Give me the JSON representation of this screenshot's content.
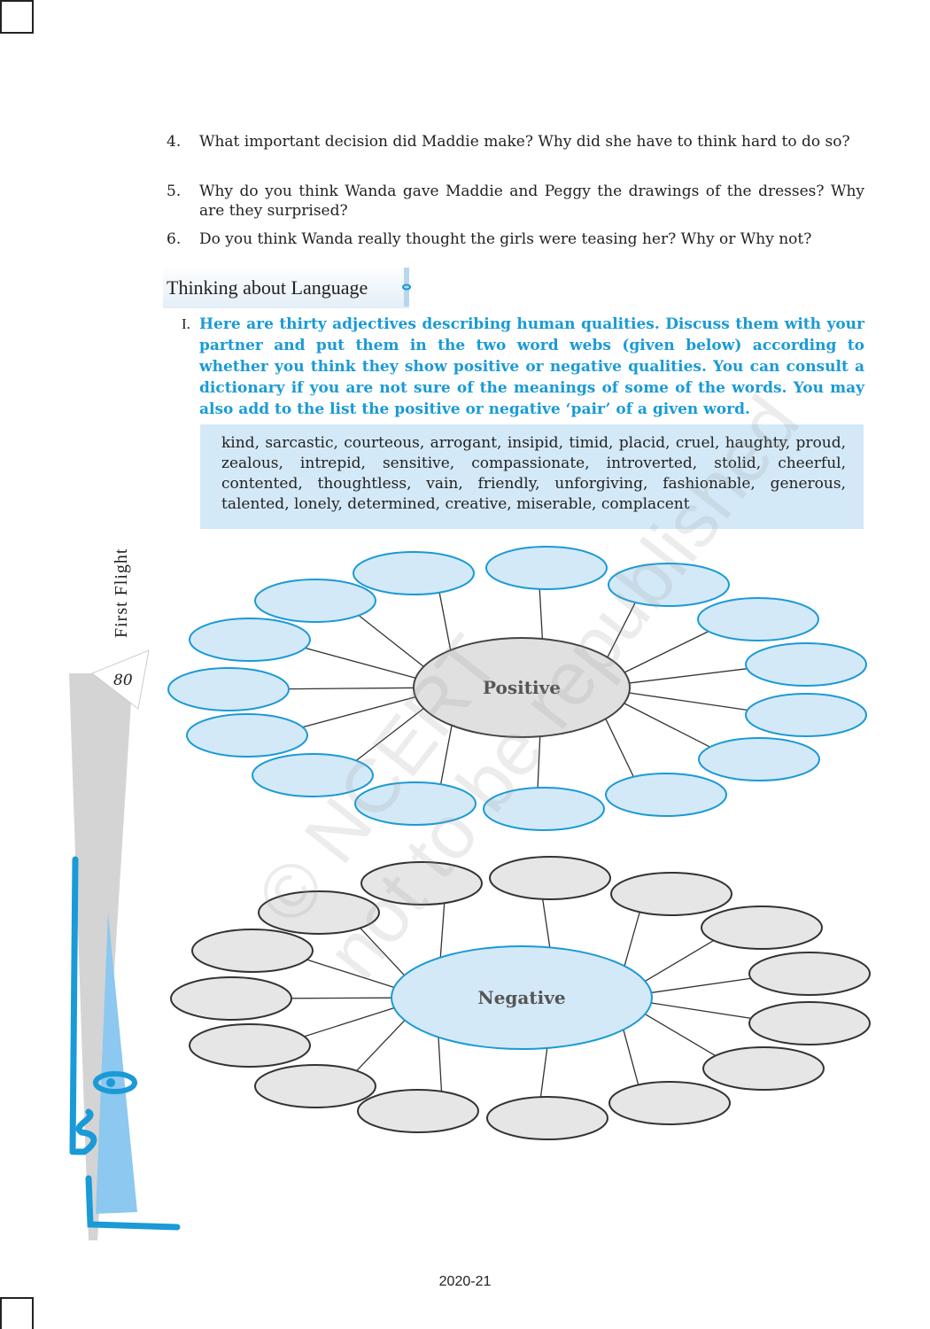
{
  "questions": [
    {
      "num": "4.",
      "text": "What important decision did Maddie make? Why did she have to think hard to do so?"
    },
    {
      "num": "5.",
      "text": "Why do you think Wanda gave Maddie and Peggy the drawings of the dresses? Why are they surprised?"
    },
    {
      "num": "6.",
      "text": "Do you think Wanda really thought the girls were teasing her? Why or Why not?"
    }
  ],
  "section_heading": "Thinking about Language",
  "task": {
    "num": "I.",
    "text": "Here are thirty adjectives describing human qualities. Discuss them with your partner and put them in the two word webs (given below) according to whether you think they show positive or negative qualities. You can consult a dictionary if you are not sure of the meanings of some of the words. You may also add to the list the positive or negative ‘pair’ of a given word."
  },
  "adjectives": "kind, sarcastic, courteous, arrogant, insipid, timid, placid, cruel, haughty, proud, zealous, intrepid, sensitive, compassionate, introverted, stolid, cheerful, contented, thoughtless, vain, friendly, unforgiving, fashionable, generous, talented, lonely, determined, creative, miserable, complacent",
  "webs": {
    "positive": "Positive",
    "negative": "Negative"
  },
  "book_title": "First Flight",
  "page_number": "80",
  "watermark": [
    "© NCERT",
    "not to be republished"
  ],
  "footer": "2020-21",
  "colors": {
    "accent": "#1a9ad6",
    "box": "#d4e9f7"
  }
}
